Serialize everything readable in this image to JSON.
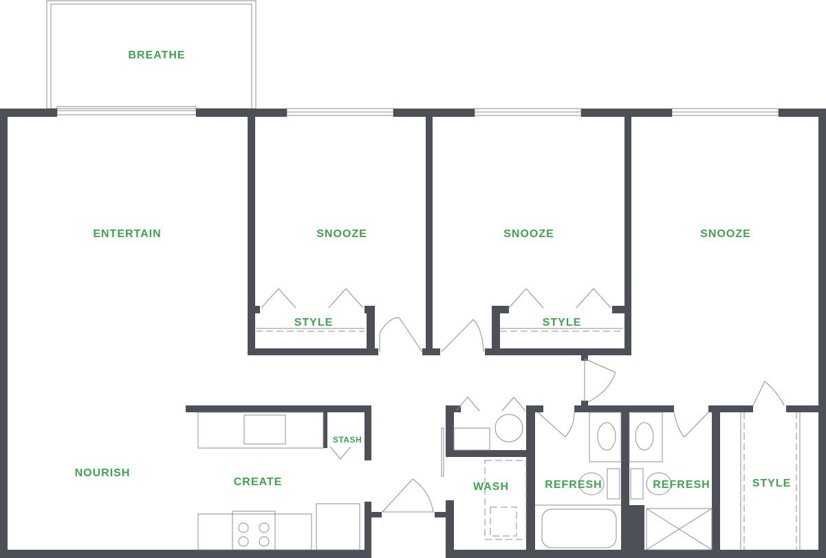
{
  "colors": {
    "wall": "#4d5057",
    "label": "#3fa34d",
    "fixture": "#8a8d92"
  },
  "rooms": {
    "balcony": "BREATHE",
    "living": "ENTERTAIN",
    "bedroom1": "SNOOZE",
    "bedroom2": "SNOOZE",
    "bedroom3": "SNOOZE",
    "closet1": "STYLE",
    "closet2": "STYLE",
    "closet3": "STYLE",
    "dining": "NOURISH",
    "kitchen": "CREATE",
    "pantry": "STASH",
    "laundry": "WASH",
    "bath1": "REFRESH",
    "bath2": "REFRESH"
  }
}
